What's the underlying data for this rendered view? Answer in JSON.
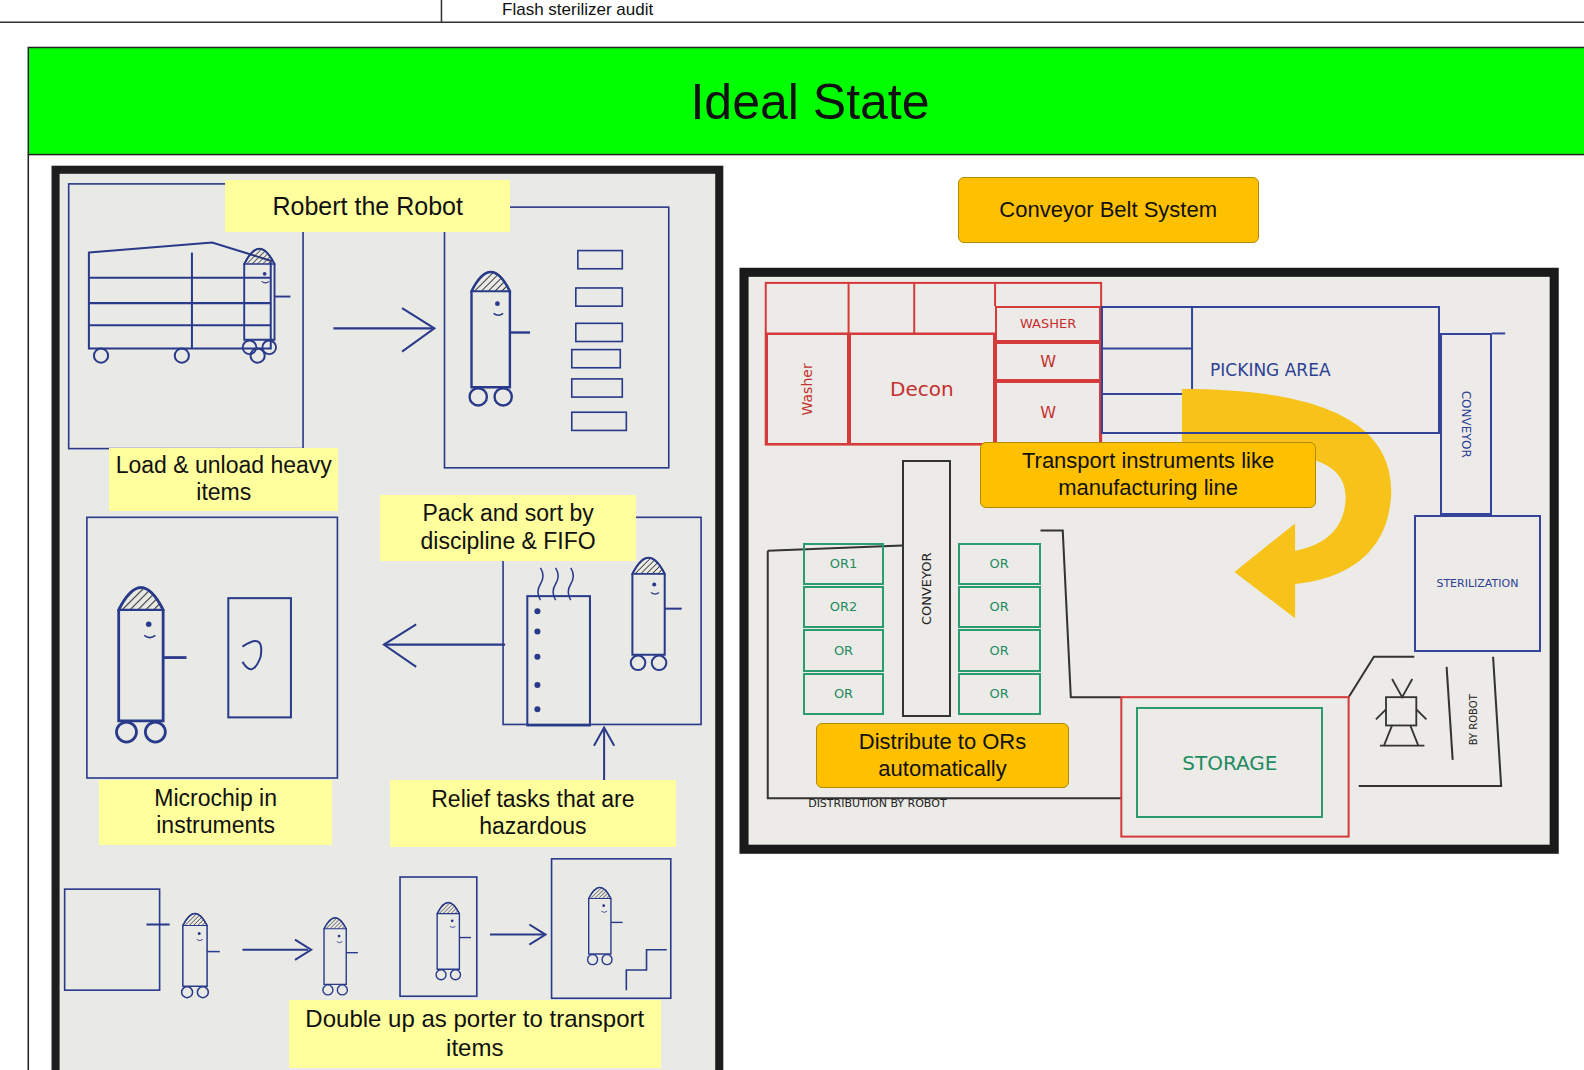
{
  "diagram": {
    "title": "Ideal State",
    "nodes": [
      {
        "text": [
          "Robert the Robot"
        ]
      },
      {
        "text": [
          "Conveyor Belt System"
        ]
      },
      {
        "text": [
          "Load & unload heavy items"
        ]
      },
      {
        "text": [
          "Pack and sort by discipline & FIFO"
        ]
      },
      {
        "text": [
          "Microchip in instruments"
        ]
      },
      {
        "text": [
          "Relief tasks that are hazardous"
        ]
      },
      {
        "text": [
          "Double up as porter to transport items"
        ]
      },
      {
        "text": [
          "Washer"
        ]
      },
      {
        "text": [
          "Decon"
        ]
      },
      {
        "text": [
          "WASHER"
        ]
      },
      {
        "text": [
          "W"
        ]
      },
      {
        "text": [
          "W"
        ]
      },
      {
        "text": [
          "PICKING AREA"
        ]
      },
      {
        "text": [
          "CONVEYOR"
        ]
      },
      {
        "text": [
          "Transport instruments like manufacturing line"
        ]
      },
      {
        "text": [
          "STERILIZATION"
        ]
      },
      {
        "text": [
          "OR1"
        ]
      },
      {
        "text": [
          "OR2"
        ]
      },
      {
        "text": [
          "OR"
        ]
      },
      {
        "text": [
          "OR"
        ]
      },
      {
        "text": [
          "CONVEYOR"
        ]
      },
      {
        "text": [
          "OR"
        ]
      },
      {
        "text": [
          "OR"
        ]
      },
      {
        "text": [
          "OR"
        ]
      },
      {
        "text": [
          "OR"
        ]
      },
      {
        "text": [
          "Distribute to ORs automatically"
        ]
      },
      {
        "text": [
          "STORAGE"
        ]
      }
    ],
    "labels": [
      "Flash sterilizer audit",
      "DISTRIBUTION BY ROBOT",
      "BY ROBOT"
    ]
  }
}
